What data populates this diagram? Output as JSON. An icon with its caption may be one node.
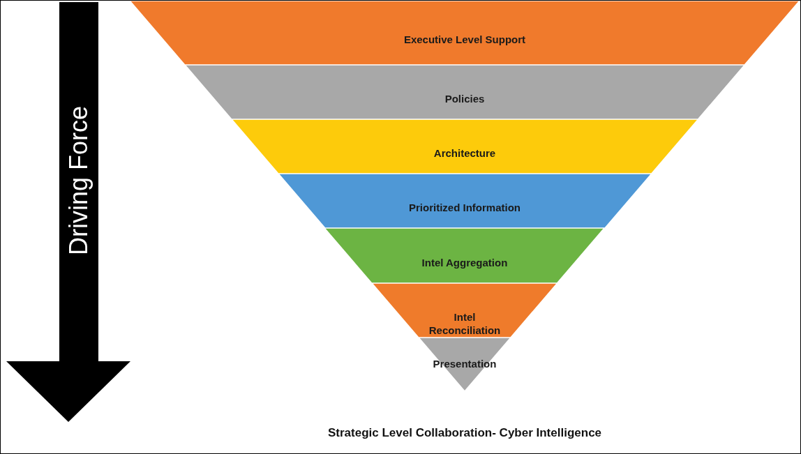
{
  "diagram": {
    "caption": "Strategic Level Collaboration- Cyber Intelligence",
    "nodes": [
      {
        "text": [
          "Executive Level Support"
        ]
      },
      {
        "text": [
          "Policies"
        ]
      },
      {
        "text": [
          "Architecture"
        ]
      },
      {
        "text": [
          "Prioritized Information"
        ]
      },
      {
        "text": [
          "Intel Aggregation"
        ]
      },
      {
        "text": [
          "Intel Reconciliation"
        ]
      },
      {
        "text": [
          "Presentation"
        ]
      }
    ],
    "labels": [
      "Driving Force"
    ]
  }
}
